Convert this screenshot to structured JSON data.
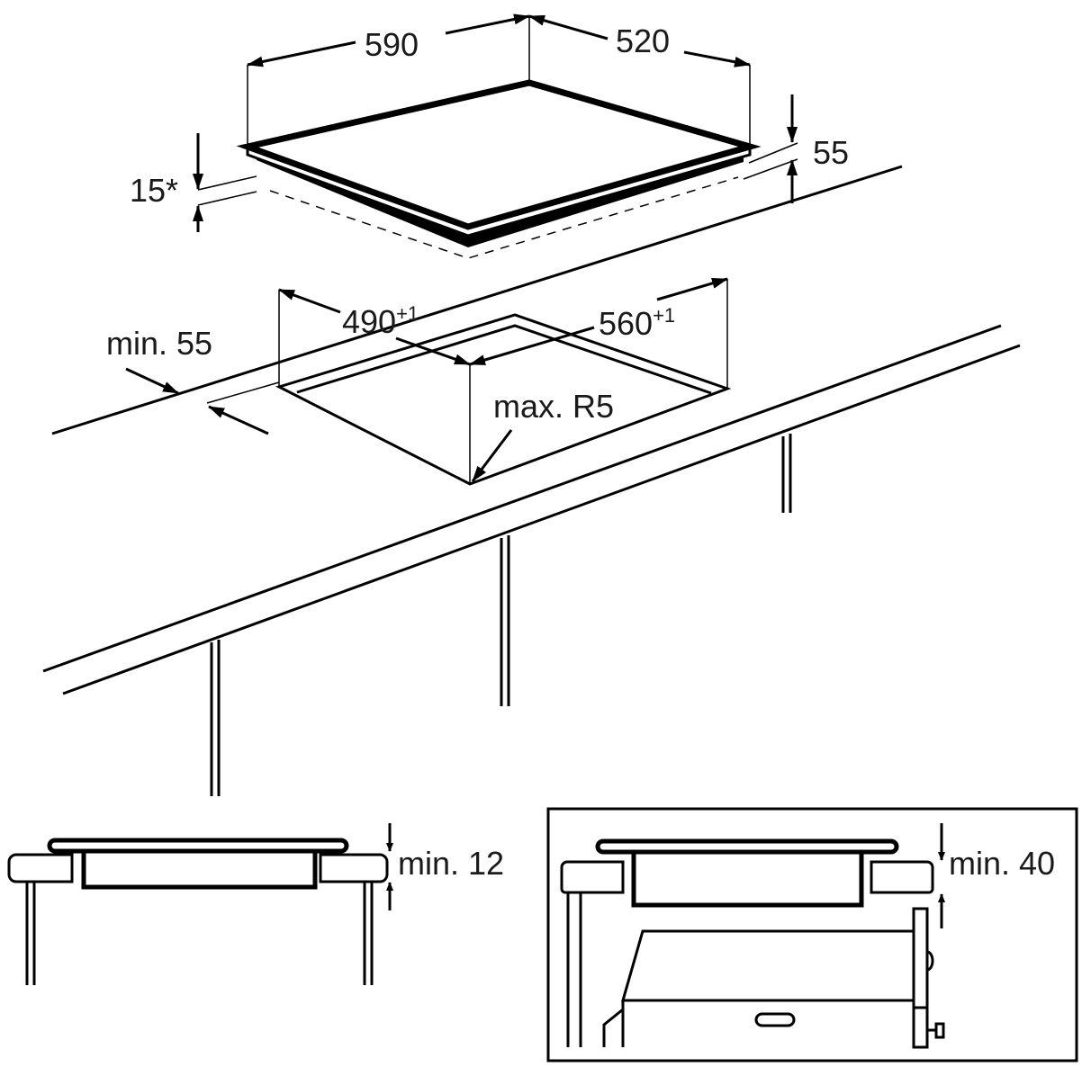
{
  "diagram": {
    "hob_width": "590",
    "hob_depth": "520",
    "hob_height": "55",
    "hob_protrusion": "15*",
    "cutout_depth": "490",
    "cutout_depth_tol": "+1",
    "cutout_width": "560",
    "cutout_width_tol": "+1",
    "min_edge_distance": "min. 55",
    "corner_radius": "max. R5",
    "min_clearance_no_oven": "min. 12",
    "min_clearance_oven": "min. 40"
  },
  "colors": {
    "line": "#000000",
    "background": "#ffffff"
  }
}
